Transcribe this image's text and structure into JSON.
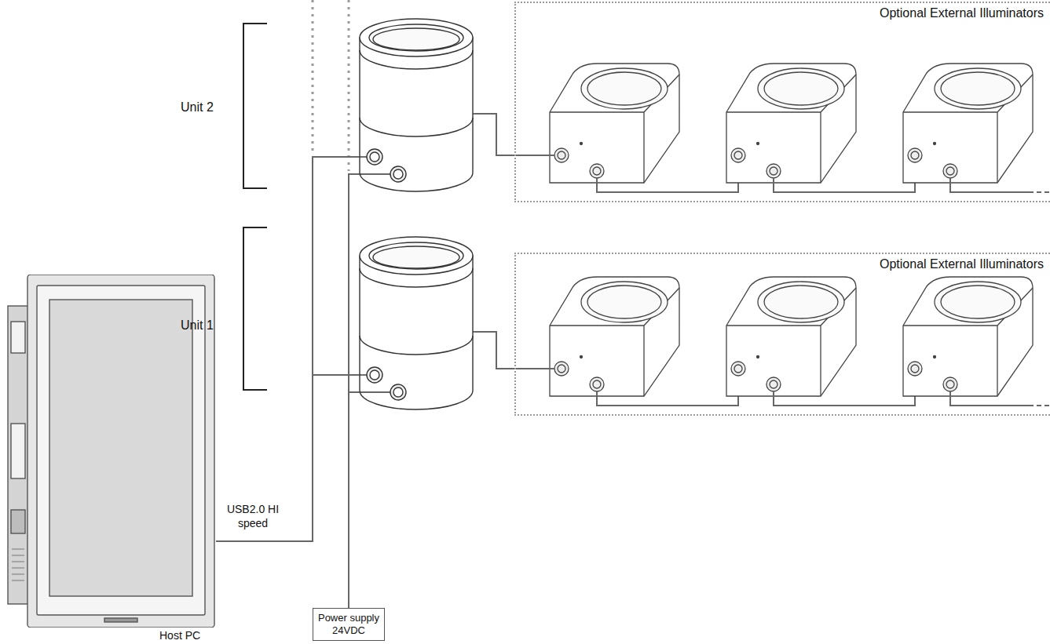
{
  "diagram": {
    "nodes": [
      {
        "text": [
          "Unit 2"
        ]
      },
      {
        "text": [
          "Optional External Illuminators"
        ]
      },
      {
        "text": [
          "Unit 1"
        ]
      },
      {
        "text": [
          "Optional External Illuminators"
        ]
      },
      {
        "text": [
          "Host PC"
        ]
      },
      {
        "text": [
          "Power supply 24VDC"
        ]
      }
    ],
    "edges": [
      {
        "from": 4,
        "to": 2,
        "label": "USB2.0 HI speed",
        "arrow": "none"
      },
      {
        "from": 4,
        "to": 0,
        "arrow": "none"
      },
      {
        "from": 5,
        "to": 2,
        "arrow": "none"
      },
      {
        "from": 5,
        "to": 0,
        "arrow": "none"
      },
      {
        "from": 0,
        "to": 1,
        "arrow": "none"
      },
      {
        "from": 2,
        "to": 3,
        "arrow": "none"
      }
    ]
  }
}
